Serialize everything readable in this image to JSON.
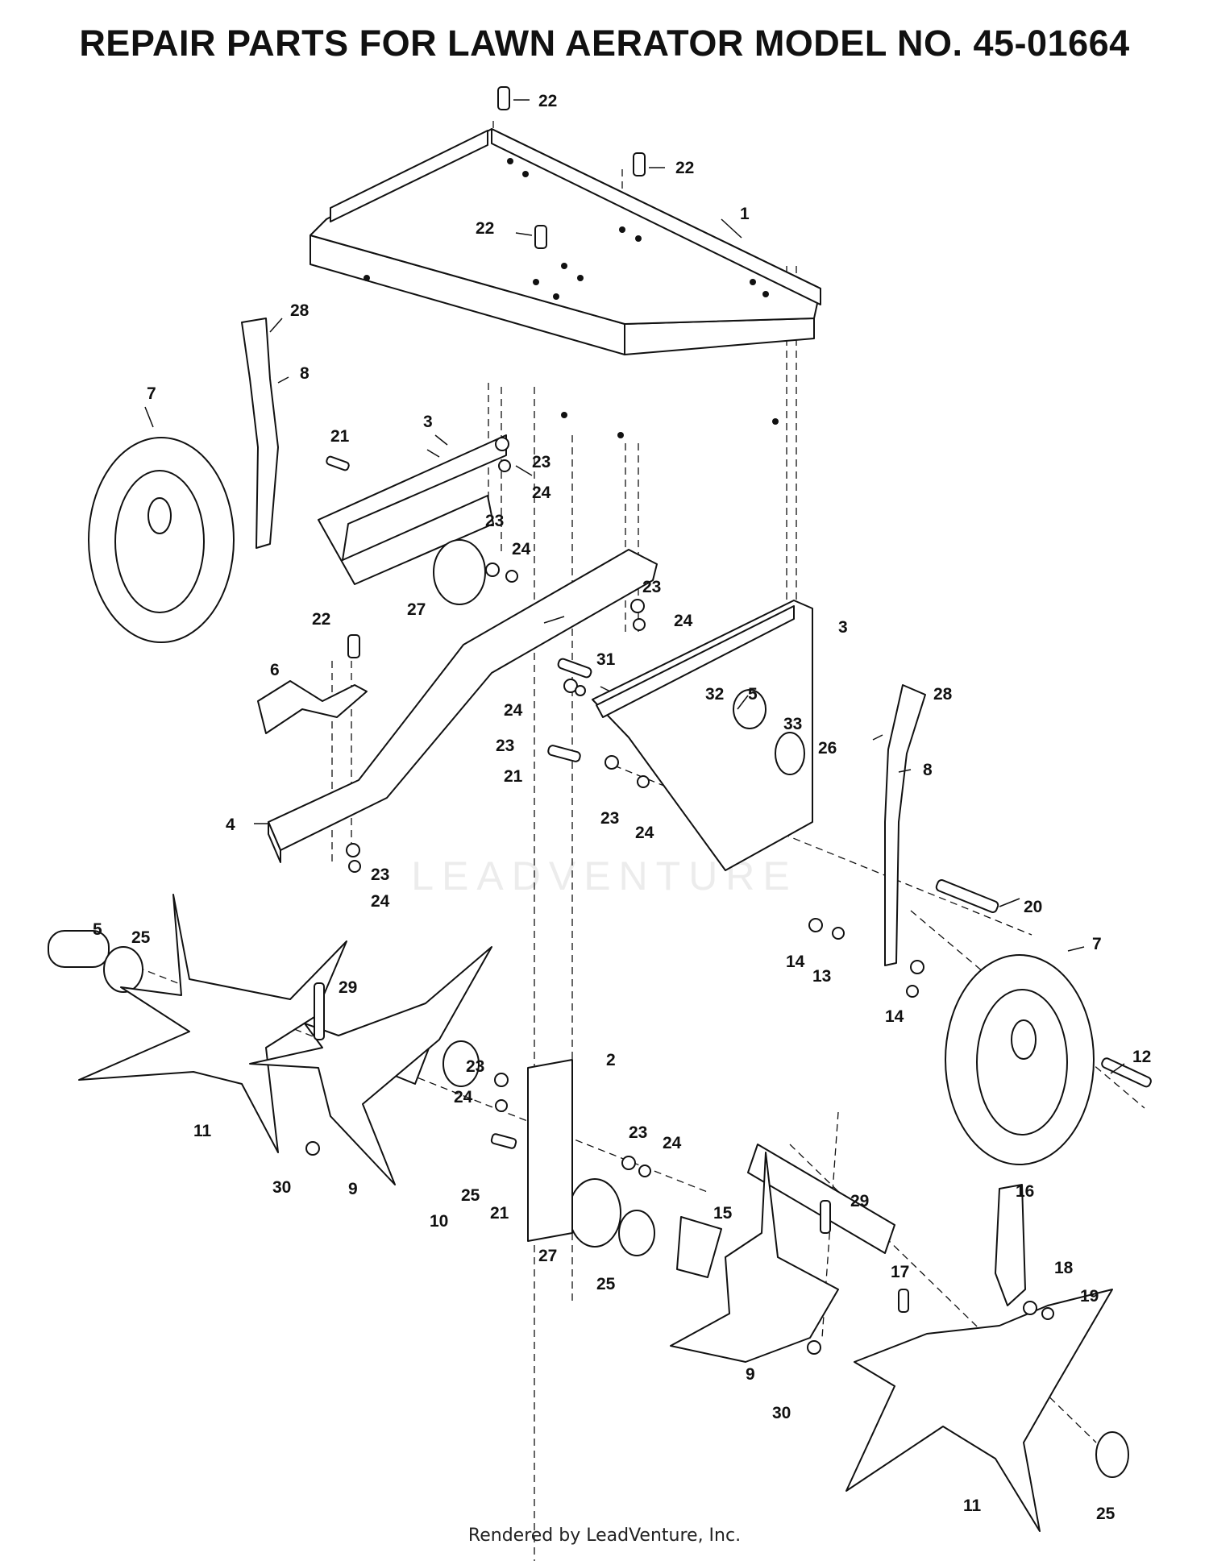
{
  "title": "REPAIR PARTS FOR LAWN AERATOR  MODEL NO. 45-01664",
  "watermark": "LEADVENTURE",
  "footer": "Rendered by LeadVenture, Inc.",
  "callouts": [
    {
      "id": "c-22a",
      "number": "22"
    },
    {
      "id": "c-22b",
      "number": "22"
    },
    {
      "id": "c-1",
      "number": "1"
    },
    {
      "id": "c-22c",
      "number": "22"
    },
    {
      "id": "c-28a",
      "number": "28"
    },
    {
      "id": "c-8a",
      "number": "8"
    },
    {
      "id": "c-7a",
      "number": "7"
    },
    {
      "id": "c-21a",
      "number": "21"
    },
    {
      "id": "c-3a",
      "number": "3"
    },
    {
      "id": "c-23a",
      "number": "23"
    },
    {
      "id": "c-24a",
      "number": "24"
    },
    {
      "id": "c-23b",
      "number": "23"
    },
    {
      "id": "c-24b",
      "number": "24"
    },
    {
      "id": "c-27a",
      "number": "27"
    },
    {
      "id": "c-23c",
      "number": "23"
    },
    {
      "id": "c-24c",
      "number": "24"
    },
    {
      "id": "c-3b",
      "number": "3"
    },
    {
      "id": "c-22d",
      "number": "22"
    },
    {
      "id": "c-31",
      "number": "31"
    },
    {
      "id": "c-6",
      "number": "6"
    },
    {
      "id": "c-24d",
      "number": "24"
    },
    {
      "id": "c-32",
      "number": "32"
    },
    {
      "id": "c-5a",
      "number": "5"
    },
    {
      "id": "c-28b",
      "number": "28"
    },
    {
      "id": "c-23d",
      "number": "23"
    },
    {
      "id": "c-33",
      "number": "33"
    },
    {
      "id": "c-26",
      "number": "26"
    },
    {
      "id": "c-21b",
      "number": "21"
    },
    {
      "id": "c-8b",
      "number": "8"
    },
    {
      "id": "c-23e",
      "number": "23"
    },
    {
      "id": "c-24e",
      "number": "24"
    },
    {
      "id": "c-4",
      "number": "4"
    },
    {
      "id": "c-23f",
      "number": "23"
    },
    {
      "id": "c-24f",
      "number": "24"
    },
    {
      "id": "c-20",
      "number": "20"
    },
    {
      "id": "c-5b",
      "number": "5"
    },
    {
      "id": "c-25a",
      "number": "25"
    },
    {
      "id": "c-7b",
      "number": "7"
    },
    {
      "id": "c-14a",
      "number": "14"
    },
    {
      "id": "c-13",
      "number": "13"
    },
    {
      "id": "c-29a",
      "number": "29"
    },
    {
      "id": "c-14b",
      "number": "14"
    },
    {
      "id": "c-2",
      "number": "2"
    },
    {
      "id": "c-12",
      "number": "12"
    },
    {
      "id": "c-23g",
      "number": "23"
    },
    {
      "id": "c-24g",
      "number": "24"
    },
    {
      "id": "c-11a",
      "number": "11"
    },
    {
      "id": "c-23h",
      "number": "23"
    },
    {
      "id": "c-24h",
      "number": "24"
    },
    {
      "id": "c-30a",
      "number": "30"
    },
    {
      "id": "c-9a",
      "number": "9"
    },
    {
      "id": "c-25b",
      "number": "25"
    },
    {
      "id": "c-21c",
      "number": "21"
    },
    {
      "id": "c-10",
      "number": "10"
    },
    {
      "id": "c-15",
      "number": "15"
    },
    {
      "id": "c-29b",
      "number": "29"
    },
    {
      "id": "c-16",
      "number": "16"
    },
    {
      "id": "c-27b",
      "number": "27"
    },
    {
      "id": "c-25c",
      "number": "25"
    },
    {
      "id": "c-17",
      "number": "17"
    },
    {
      "id": "c-18",
      "number": "18"
    },
    {
      "id": "c-19",
      "number": "19"
    },
    {
      "id": "c-9b",
      "number": "9"
    },
    {
      "id": "c-30b",
      "number": "30"
    },
    {
      "id": "c-11b",
      "number": "11"
    },
    {
      "id": "c-25d",
      "number": "25"
    }
  ]
}
